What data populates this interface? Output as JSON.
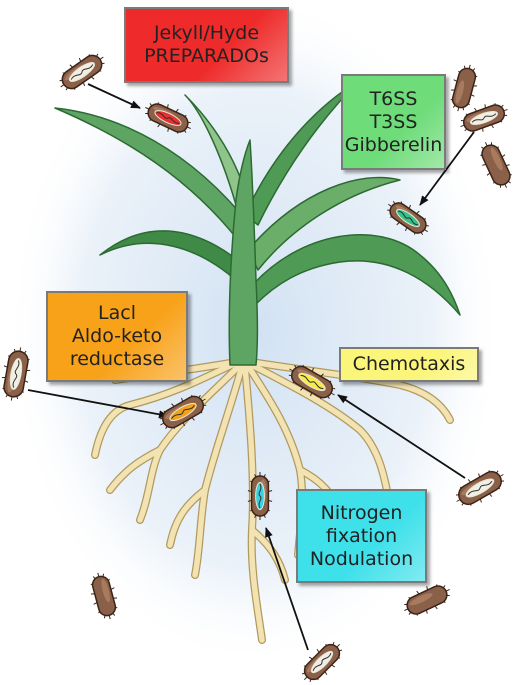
{
  "labels": {
    "jekyll": {
      "lines": [
        "Jekyll/Hyde",
        "PREPARADOs"
      ],
      "color": "#ee2a2a"
    },
    "secretion": {
      "lines": [
        "T6SS",
        "T3SS",
        "Gibberelin"
      ],
      "color": "#6fdc7a"
    },
    "lacl": {
      "lines": [
        "Lacl",
        "Aldo-keto",
        "reductase"
      ],
      "color": "#f8a21a"
    },
    "chemotaxis": {
      "lines": [
        "Chemotaxis"
      ],
      "color": "#fbf57a"
    },
    "nitrogen": {
      "lines": [
        "Nitrogen",
        "fixation",
        "Nodulation"
      ],
      "color": "#3ee0ea"
    }
  },
  "colors": {
    "background_glow": "#cfe0f2",
    "leaf": "#4f9a55",
    "leaf_light": "#8fc48a",
    "root": "#f3e3b3",
    "root_outline": "#b19a5e",
    "bacterium": "#8b6049",
    "bacterium_outline": "#3a2418",
    "arrow": "#111111"
  }
}
